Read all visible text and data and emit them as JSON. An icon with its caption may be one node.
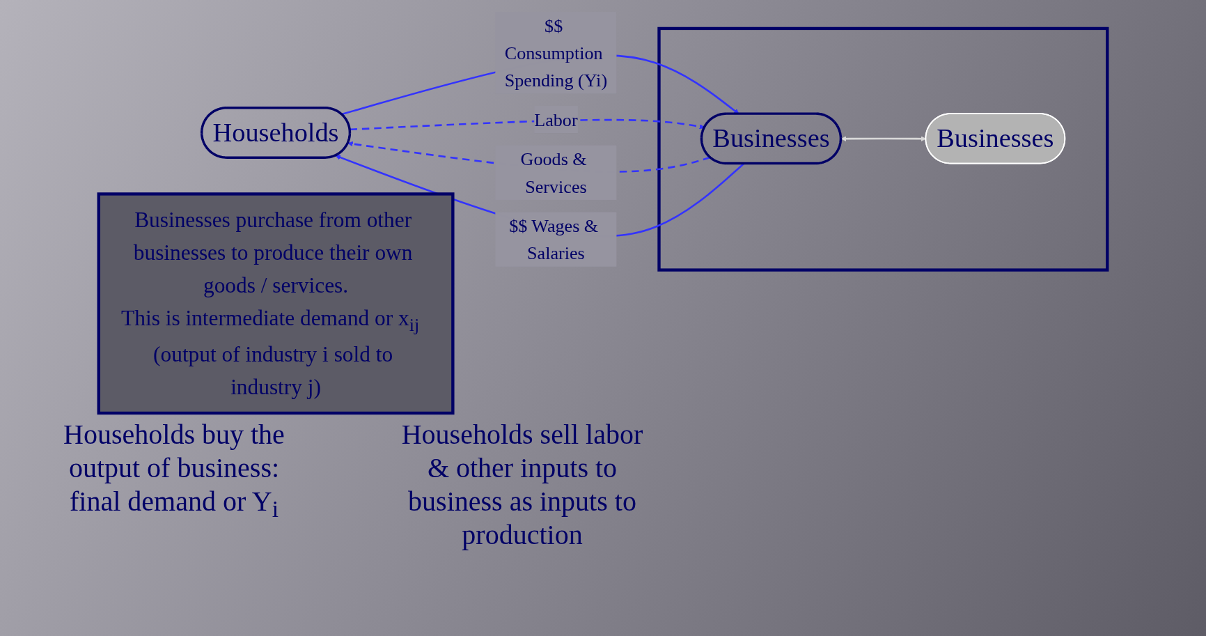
{
  "diagram": {
    "nodes": [
      {
        "text": [
          "Households"
        ]
      },
      {
        "text": [],
        "shape": "box"
      },
      {
        "text": [
          "Businesses"
        ],
        "in": 1
      },
      {
        "text": [
          "Businesses"
        ],
        "in": 1
      },
      {
        "text": [
          "Businesses purchase from other businesses to produce their own goods / services.",
          "This is intermediate demand or x$_{ij}$  (output of industry i sold to industry j)"
        ]
      }
    ],
    "edges": [
      {
        "from": 0,
        "to": 2,
        "arrow": "to",
        "label": "$$ Consumption Spending (Yi)"
      },
      {
        "from": 2,
        "to": 0,
        "arrow": "to",
        "label": "Goods & Services",
        "style": "dashed"
      },
      {
        "from": 0,
        "to": 2,
        "arrow": "to",
        "label": "Labor",
        "style": "dashed"
      },
      {
        "from": 2,
        "to": 0,
        "arrow": "to",
        "label": "$$ Wages & Salaries"
      },
      {
        "from": 2,
        "to": 3,
        "arrow": "both",
        "color": "#d9d9d9"
      }
    ],
    "labels": [
      "Households buy the output of business: final demand or Y$_{i}$",
      "Households sell labor & other inputs to business as inputs to production"
    ]
  }
}
